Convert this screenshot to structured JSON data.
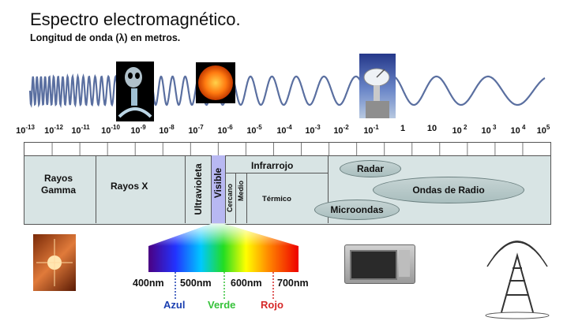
{
  "header": {
    "title": "Espectro electromagnético.",
    "subtitle": "Longitud de onda (λ) en metros."
  },
  "axis": {
    "ticks": [
      {
        "base": "10",
        "exp": "-13"
      },
      {
        "base": "10",
        "exp": "-12"
      },
      {
        "base": "10",
        "exp": "-11"
      },
      {
        "base": "10",
        "exp": "-10"
      },
      {
        "base": "10",
        "exp": "-9"
      },
      {
        "base": "10",
        "exp": "-8"
      },
      {
        "base": "10",
        "exp": "-7"
      },
      {
        "base": "10",
        "exp": "-6"
      },
      {
        "base": "10",
        "exp": "-5"
      },
      {
        "base": "10",
        "exp": "-4"
      },
      {
        "base": "10",
        "exp": "-3"
      },
      {
        "base": "10",
        "exp": "-2"
      },
      {
        "base": "10",
        "exp": "-1"
      },
      {
        "base": "1",
        "exp": ""
      },
      {
        "base": "10",
        "exp": ""
      },
      {
        "base": "10",
        "exp": " 2"
      },
      {
        "base": "10",
        "exp": " 3"
      },
      {
        "base": "10",
        "exp": " 4"
      },
      {
        "base": "10",
        "exp": "5"
      }
    ]
  },
  "bands": {
    "gamma": "Rayos\nGamma",
    "xray": "Rayos X",
    "ultraviolet": "Ultravioleta",
    "visible": "Visible",
    "infrared": "Infrarrojo",
    "near": "Cercano",
    "medium": "Medio",
    "thermal": "Térmico",
    "radar": "Radar",
    "radio": "Ondas de Radio",
    "microwaves": "Microondas"
  },
  "visible_scale": {
    "nm400": "400nm",
    "nm500": "500nm",
    "nm600": "600nm",
    "nm700": "700nm",
    "blue": "Azul",
    "green": "Verde",
    "red": "Rojo"
  },
  "colors": {
    "blue": "#1a3fb0",
    "green": "#36c23a",
    "red": "#d62828",
    "band_fill": "#d8e4e4",
    "visible_fill": "#b8b8f2"
  },
  "icons": [
    "xray-skull-icon",
    "sun-icon",
    "satellite-dish-icon",
    "gamma-burst-icon",
    "microwave-oven-icon",
    "radio-tower-icon"
  ]
}
